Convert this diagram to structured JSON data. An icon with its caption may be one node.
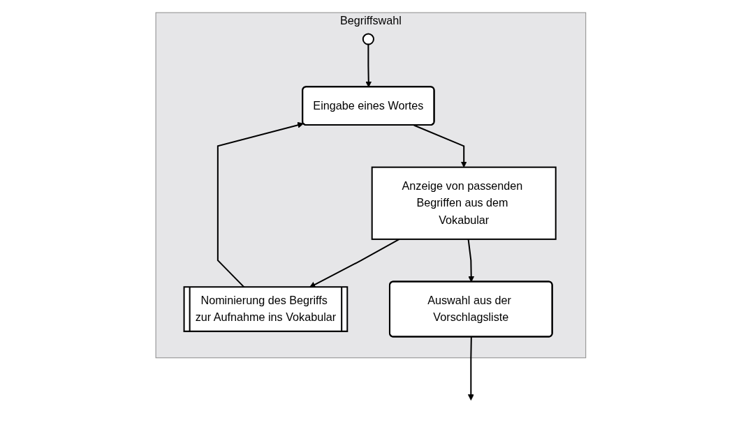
{
  "diagram": {
    "nodes": [
      {
        "text": [
          "Begriffswahl"
        ]
      },
      {
        "text": [],
        "shape": "circle",
        "in": 0
      },
      {
        "text": [
          "Eingabe eines Wortes"
        ],
        "in": 0
      },
      {
        "text": [
          "Anzeige von passenden Begriffen aus dem Vokabular"
        ],
        "in": 0
      },
      {
        "text": [
          "Nominierung des Begriffs zur Aufnahme ins Vokabular"
        ],
        "in": 0
      },
      {
        "text": [
          "Auswahl aus der Vorschlagsliste"
        ],
        "in": 0
      }
    ],
    "edges": [
      {
        "from": 1,
        "to": 2,
        "arrow": "to"
      },
      {
        "from": 2,
        "to": 3,
        "arrow": "to"
      },
      {
        "from": 3,
        "to": 4,
        "arrow": "to"
      },
      {
        "from": 3,
        "to": 5,
        "arrow": "to"
      },
      {
        "from": 4,
        "to": 2,
        "arrow": "to"
      },
      {
        "from": 5,
        "to": null,
        "arrow": "to"
      }
    ]
  }
}
